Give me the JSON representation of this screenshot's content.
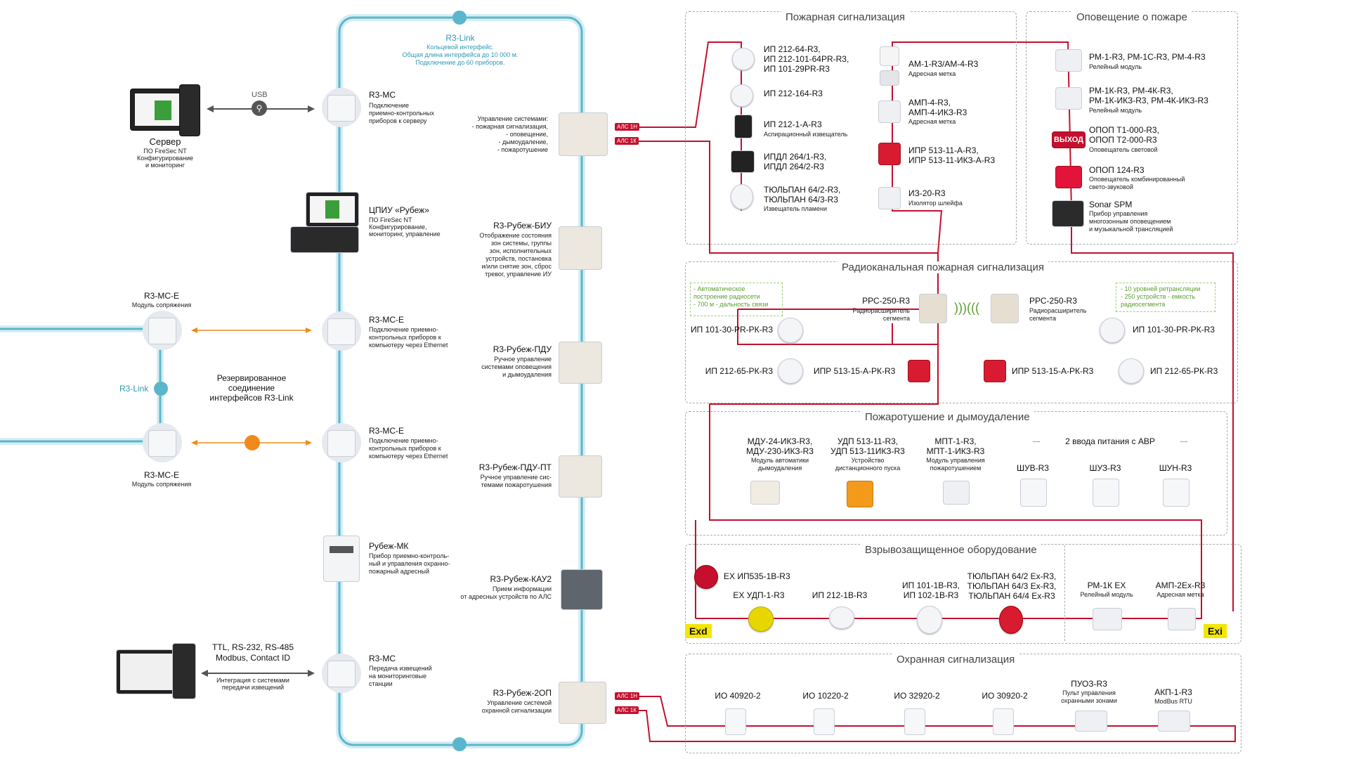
{
  "r3link_top": {
    "title": "R3-Link",
    "l1": "Кольцевой интерфейс.",
    "l2": "Общая длина интерфейса до 10 000 м.",
    "l3": "Подключение до 60 приборов."
  },
  "server": {
    "title": "Сервер",
    "l1": "ПО FireSec NT",
    "l2": "Конфигурирование",
    "l3": "и мониторинг",
    "usb": "USB"
  },
  "r3mc1": {
    "title": "R3-МС",
    "l1": "Подключение",
    "l2": "приемно-контрольных",
    "l3": "приборов к серверу"
  },
  "cpiu": {
    "title": "ЦПИУ «Рубеж»",
    "l1": "ПО FireSec NT",
    "l2": "Конфигурирование,",
    "l3": "мониторинг, управление"
  },
  "mce_left1": {
    "title": "R3-МС-Е",
    "sub": "Модуль сопряжения"
  },
  "mce_left2": {
    "title": "R3-МС-Е",
    "sub": "Модуль сопряжения"
  },
  "r3link_left": "R3-Link",
  "reserved": {
    "l1": "Резервированное",
    "l2": "соединение",
    "l3": "интерфейсов R3-Link"
  },
  "mce1": {
    "title": "R3-МС-Е",
    "l1": "Подключение приемно-",
    "l2": "контрольных приборов к",
    "l3": "компьютеру через Ethernet"
  },
  "mce2": {
    "title": "R3-МС-Е",
    "l1": "Подключение приемно-",
    "l2": "контрольных приборов к",
    "l3": "компьютеру через Ethernet"
  },
  "mk": {
    "title": "Рубеж-МК",
    "l1": "Прибор приемно-контроль-",
    "l2": "ный и управления охранно-",
    "l3": "пожарный адресный"
  },
  "r3mc2": {
    "title": "R3-МС",
    "l1": "Передача извещений",
    "l2": "на мониторинговые",
    "l3": "станции"
  },
  "ttl": {
    "l1": "TTL, RS-232, RS-485",
    "l2": "Modbus, Contact ID",
    "s1": "Интеграция с системами",
    "s2": "передачи извещений"
  },
  "mgmt": {
    "l1": "Управление системами:",
    "l2": "- пожарная сигнализация,",
    "l3": "- оповещение,",
    "l4": "- дымоудаление,",
    "l5": "- пожаротушение"
  },
  "biu": {
    "title": "R3-Рубеж-БИУ",
    "l1": "Отображение состояния",
    "l2": "зон системы, группы",
    "l3": "зон, исполнительных",
    "l4": "устройств, постановка",
    "l5": "и/или снятие зон, сброс",
    "l6": "тревог, управление ИУ"
  },
  "pdu": {
    "title": "R3-Рубеж-ПДУ",
    "l1": "Ручное управление",
    "l2": "системами оповещения",
    "l3": "и дымоудаления"
  },
  "pdupt": {
    "title": "R3-Рубеж-ПДУ-ПТ",
    "l1": "Ручное управление сис-",
    "l2": "темами пожаротушения"
  },
  "kau2": {
    "title": "R3-Рубеж-КАУ2",
    "l1": "Прием информации",
    "l2": "от адресных устройств по АЛС"
  },
  "op2": {
    "title": "R3-Рубеж-2ОП",
    "l1": "Управление системой",
    "l2": "охранной сигнализации"
  },
  "als": {
    "a1": "АЛС 1Н",
    "a2": "АЛС 1К",
    "b1": "АЛС 1Н",
    "b2": "АЛС 1К"
  },
  "fire": {
    "section": "Пожарная сигнализация",
    "left": [
      {
        "l1": "ИП 212-64-R3,",
        "l2": "ИП 212-101-64PR-R3,",
        "l3": "ИП 101-29PR-R3",
        "sub": ""
      },
      {
        "l1": "ИП 212-164-R3",
        "l2": "",
        "l3": "",
        "sub": ""
      },
      {
        "l1": "ИП 212-1-А-R3",
        "l2": "",
        "l3": "",
        "sub": "Аспирационный извещатель"
      },
      {
        "l1": "ИПДЛ 264/1-R3,",
        "l2": "ИПДЛ 264/2-R3",
        "l3": "",
        "sub": ""
      },
      {
        "l1": "ТЮЛЬПАН 64/2-R3,",
        "l2": "ТЮЛЬПАН 64/3-R3",
        "l3": "",
        "sub": "Извещатель пламени"
      }
    ],
    "right": [
      {
        "l1": "АМ-1-R3/АМ-4-R3",
        "l2": "",
        "sub": "Адресная метка"
      },
      {
        "l1": "АМП-4-R3,",
        "l2": "АМП-4-ИКЗ-R3",
        "sub": "Адресная метка"
      },
      {
        "l1": "ИПР 513-11-А-R3,",
        "l2": "ИПР 513-11-ИКЗ-А-R3",
        "sub": ""
      },
      {
        "l1": "ИЗ-20-R3",
        "l2": "",
        "sub": "Изолятор шлейфа"
      }
    ]
  },
  "alert": {
    "section": "Оповещение о пожаре",
    "items": [
      {
        "l1": "РМ-1-R3, РМ-1С-R3, РМ-4-R3",
        "l2": "",
        "s1": "Релейный модуль",
        "s2": ""
      },
      {
        "l1": "РМ-1К-R3, РМ-4К-R3,",
        "l2": "РМ-1К-ИКЗ-R3, РМ-4К-ИКЗ-R3",
        "s1": "Релейный модуль",
        "s2": ""
      },
      {
        "l1": "ОПОП Т1-000-R3,",
        "l2": "ОПОП Т2-000-R3",
        "s1": "Оповещатель световой",
        "s2": ""
      },
      {
        "l1": "ОПОП 124-R3",
        "l2": "",
        "s1": "Оповещатель комбинированный",
        "s2": "свето-звуковой"
      },
      {
        "l1": "Sonar SPM",
        "l2": "",
        "s1": "Прибор управления",
        "s2": "многозонным оповещением"
      }
    ],
    "s3": "и музыкальной трансляцией",
    "exit": "ВЫХОД"
  },
  "radio": {
    "section": "Радиоканальная пожарная сигнализация",
    "g1": "- Автоматическое",
    "g2": "построение радиосети",
    "g3": "- 700 м - дальность связи",
    "g4": "- 10 уровней ретрансляции",
    "g5": "- 250 устройств - емкость",
    "g6": "радиосегмента",
    "rrs_title": "РРС-250-R3",
    "rrs_s1": "Радиорасширитель",
    "rrs_s2": "сегмента",
    "d1": "ИП 101-30-PR-РК-R3",
    "d2": "ИП 212-65-РК-R3",
    "d3": "ИПР 513-15-А-РК-R3"
  },
  "ext": {
    "section": "Пожаротушение и дымоудаление",
    "power": "2 ввода питания с АВР",
    "i1": {
      "l1": "МДУ-24-ИКЗ-R3,",
      "l2": "МДУ-230-ИКЗ-R3",
      "s1": "Модуль автоматики",
      "s2": "дымоудаления"
    },
    "i2": {
      "l1": "УДП 513-11-R3,",
      "l2": "УДП 513-11ИКЗ-R3",
      "s1": "Устройство",
      "s2": "дистанционного пуска"
    },
    "i3": {
      "l1": "МПТ-1-R3,",
      "l2": "МПТ-1-ИКЗ-R3",
      "s1": "Модуль управления",
      "s2": "пожаротушением"
    },
    "i4": "ШУВ-R3",
    "i5": "ШУЗ-R3",
    "i6": "ШУН-R3"
  },
  "ex": {
    "section": "Взрывозащищенное оборудование",
    "exd": "Exd",
    "exi": "Exi",
    "top": "EX ИП535-1В-R3",
    "i1": "EX УДП-1-R3",
    "i2": "ИП 212-1В-R3",
    "i3a": "ИП 101-1В-R3,",
    "i3b": "ИП 102-1В-R3",
    "i4a": "ТЮЛЬПАН 64/2 Ex-R3,",
    "i4b": "ТЮЛЬПАН 64/3 Ex-R3,",
    "i4c": "ТЮЛЬПАН 64/4 Ex-R3",
    "i5": "РМ-1К EX",
    "i5s": "Релейный модуль",
    "i6": "АМП-2Ex-R3",
    "i6s": "Адресная метка"
  },
  "sec": {
    "section": "Охранная сигнализация",
    "i1": "ИО 40920-2",
    "i2": "ИО 10220-2",
    "i3": "ИО 32920-2",
    "i4": "ИО 30920-2",
    "i5": "ПУОЗ-R3",
    "i5s1": "Пульт управления",
    "i5s2": "охранными зонами",
    "i6": "АКП-1-R3",
    "i6s": "ModBus RTU"
  },
  "colors": {
    "link": "#7ec8d8",
    "loop": "#c4102e",
    "eth": "#f08a1c",
    "green": "#5a9e2d"
  }
}
